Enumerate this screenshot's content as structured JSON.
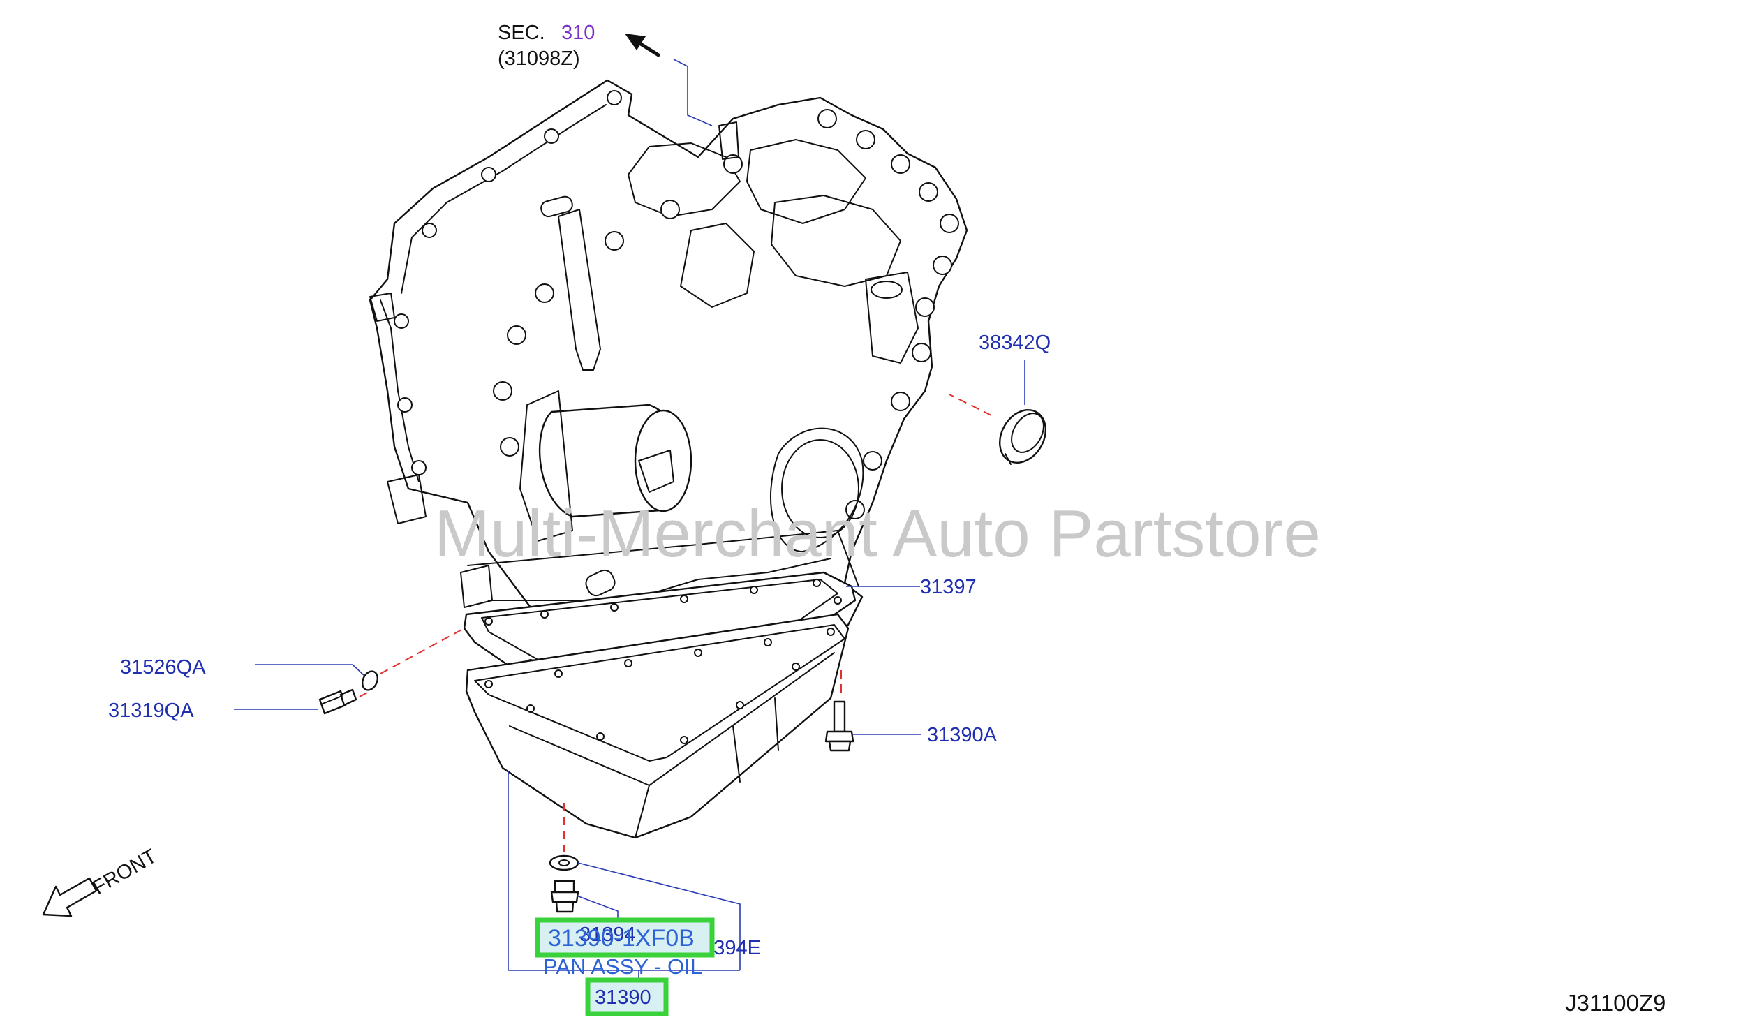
{
  "section_ref": {
    "prefix": "SEC.",
    "number": "310",
    "sub_code": "(31098Z)"
  },
  "callouts": {
    "c38342q": "38342Q",
    "c31397": "31397",
    "c31526qa": "31526QA",
    "c31319qa": "31319QA",
    "c31390a": "31390A",
    "c31394": "31394",
    "c31394e": "31394E"
  },
  "highlight": {
    "part_number": "31390-1XF0B",
    "part_name": "PAN ASSY - OIL",
    "ref_number": "31390"
  },
  "watermark": "Multi-Merchant Auto Partstore",
  "orientation_label": "FRONT",
  "diagram_code": "J31100Z9",
  "colors": {
    "callout_text": "#1f2fb0",
    "section_number": "#7a2fc6",
    "highlight_border": "#39d23a",
    "highlight_fill": "#d8f0f2",
    "highlight_text": "#2b62d6",
    "dashed_leader": "#e03030"
  }
}
